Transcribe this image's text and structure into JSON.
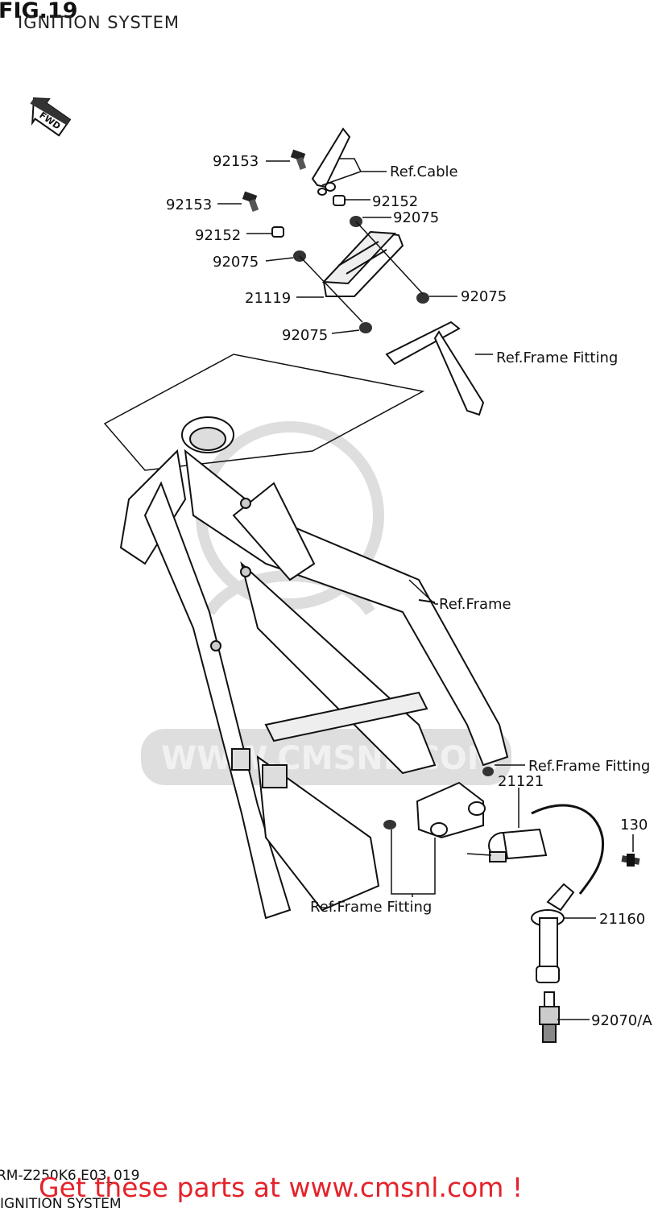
{
  "header": {
    "fig_title": "FIG.19",
    "subtitle": "IGNITION SYSTEM"
  },
  "fwd_label": "FWD",
  "labels": {
    "l92153a": "92153",
    "lRefCable": "Ref.Cable",
    "l92153b": "92153",
    "l92152a": "92152",
    "l92075a": "92075",
    "l92152b": "92152",
    "l92075b": "92075",
    "l21119": "21119",
    "l92075c": "92075",
    "l92075d": "92075",
    "lRefFrameFitting1": "Ref.Frame Fitting",
    "lRefFrame": "Ref.Frame",
    "lRefFrameFitting2": "Ref.Frame Fitting",
    "l21121": "21121",
    "l130": "130",
    "lRefFrameFitting3": "Ref.Frame Fitting",
    "l21160": "21160",
    "l92070A": "92070/A"
  },
  "watermark": "WWW.CMSNL.COM",
  "footer": {
    "code": "RM-Z250K6 E03_019",
    "subtitle": "IGNITION SYSTEM",
    "cta": "Get these parts at www.cmsnl.com !"
  }
}
